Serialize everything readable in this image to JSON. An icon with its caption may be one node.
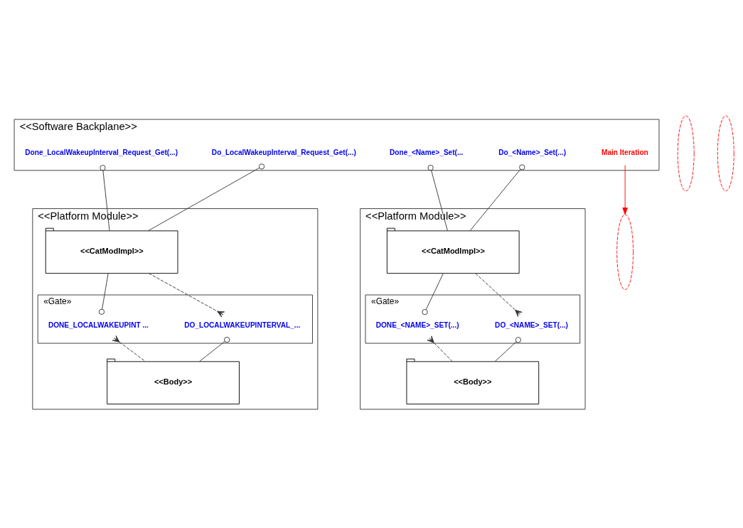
{
  "diagram": {
    "nodes": [
      {
        "text": [
          "<<Software Backplane>>"
        ]
      },
      {
        "text": [
          "Do_LocalWakeupInterval_Request_Get(...)"
        ],
        "in": 0
      },
      {
        "text": [
          "Done_LocalWakeupInterval_Request_Get(...)"
        ],
        "in": 0
      },
      {
        "text": [
          "Do_<Name>_Set(...)"
        ],
        "in": 0
      },
      {
        "text": [
          "Done_<Name>_Set(..."
        ],
        "in": 0
      },
      {
        "text": [
          "Main Iteration"
        ],
        "in": 0
      },
      {
        "text": [
          "<<Platform Module>>"
        ]
      },
      {
        "text": [
          "<<CatModImpl>>"
        ],
        "in": 6
      },
      {
        "text": [
          "«Gate»"
        ],
        "in": 6
      },
      {
        "text": [
          "DO_LOCALWAKEUPINTERVAL_..."
        ],
        "in": 8
      },
      {
        "text": [
          "DONE_LOCALWAKEUPINT ..."
        ],
        "in": 8
      },
      {
        "text": [
          "<<Body>>"
        ],
        "in": 6
      },
      {
        "text": [
          "<<Platform Module>>"
        ]
      },
      {
        "text": [
          "<<CatModImpl>>"
        ],
        "in": 12
      },
      {
        "text": [
          "«Gate»"
        ],
        "in": 12
      },
      {
        "text": [
          "DO_<NAME>_SET(...)"
        ],
        "in": 14
      },
      {
        "text": [
          "DONE_<NAME>_SET(...)"
        ],
        "in": 14
      },
      {
        "text": [
          "<<Body>>"
        ],
        "in": 12
      },
      {
        "text": [],
        "shape": "ellipse"
      },
      {
        "text": [],
        "shape": "ellipse"
      },
      {
        "text": [],
        "shape": "ellipse"
      }
    ],
    "edges": [
      {
        "from": 1,
        "to": 7,
        "arrow": "other"
      },
      {
        "from": 2,
        "to": 7,
        "arrow": "other"
      },
      {
        "from": 3,
        "to": 13,
        "arrow": "other"
      },
      {
        "from": 4,
        "to": 13,
        "arrow": "other"
      },
      {
        "from": 7,
        "to": 9,
        "arrow": "other",
        "style": "dashed"
      },
      {
        "from": 9,
        "to": 11,
        "arrow": "other"
      },
      {
        "from": 7,
        "to": 10,
        "arrow": "other"
      },
      {
        "from": 10,
        "to": 11,
        "arrow": "other",
        "style": "dashed"
      },
      {
        "from": 13,
        "to": 15,
        "arrow": "other",
        "style": "dashed"
      },
      {
        "from": 15,
        "to": 17,
        "arrow": "other"
      },
      {
        "from": 13,
        "to": 16,
        "arrow": "other"
      },
      {
        "from": 16,
        "to": 17,
        "arrow": "other",
        "style": "dashed"
      },
      {
        "from": 5,
        "to": 18,
        "arrow": "to",
        "color": "#ff0000"
      }
    ]
  }
}
